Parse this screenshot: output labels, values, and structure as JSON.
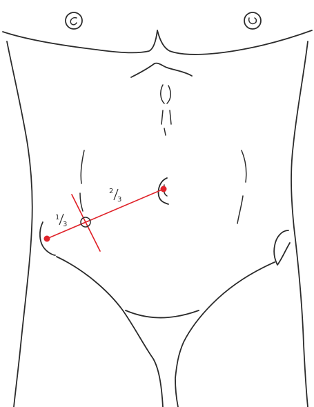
{
  "labels": {
    "one_third": {
      "num": "1",
      "den": "3"
    },
    "two_thirds": {
      "num": "2",
      "den": "3"
    }
  },
  "colors": {
    "line": "#e0242b",
    "ink": "#2b2b2b",
    "background": "#ffffff"
  },
  "icons": {
    "left_nipple": "nipple-icon",
    "right_nipple": "nipple-icon",
    "umbilicus": "umbilicus-icon",
    "mcburney_point": "target-circle-icon"
  }
}
